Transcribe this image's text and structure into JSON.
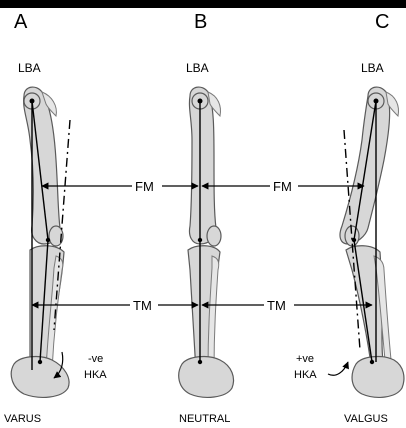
{
  "panels": [
    {
      "letter": "A",
      "lba": "LBA",
      "caption": "VARUS",
      "hka_sign": "-ve",
      "hka_label": "HKA"
    },
    {
      "letter": "B",
      "lba": "LBA",
      "caption": "NEUTRAL"
    },
    {
      "letter": "C",
      "lba": "LBA",
      "caption": "VALGUS",
      "hka_sign": "+ve",
      "hka_label": "HKA"
    }
  ],
  "measures": {
    "fm_left": "FM",
    "fm_right": "FM",
    "tm_left": "TM",
    "tm_right": "TM"
  },
  "colors": {
    "bone": "#d7d7d7",
    "outline": "#5a5a5a",
    "line": "#000000"
  }
}
